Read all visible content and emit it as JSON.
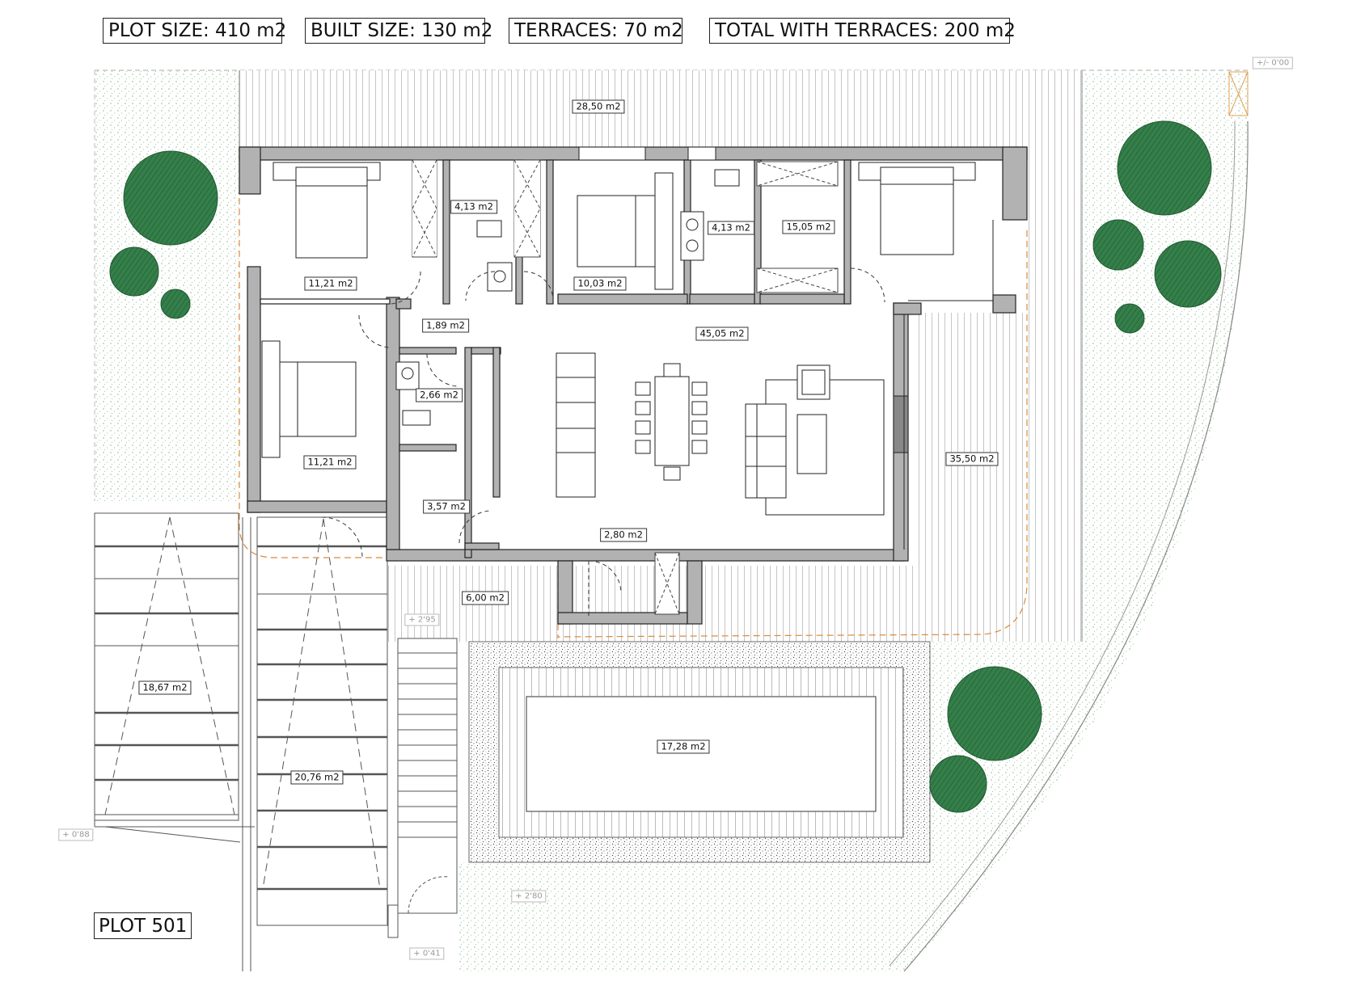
{
  "header": {
    "plot_size": "PLOT SIZE: 410 m2",
    "built_size": "BUILT SIZE: 130 m2",
    "terraces": "TERRACES: 70 m2",
    "total": "TOTAL WITH TERRACES: 200 m2"
  },
  "plot_label": "PLOT 501",
  "areas": {
    "north_terrace": "28,50 m2",
    "bedroom_nw": "11,21 m2",
    "bath_1": "4,13 m2",
    "bedroom_north": "10,03 m2",
    "bath_2": "4,13 m2",
    "dressing": "15,05 m2",
    "hall": "1,89 m2",
    "living": "45,05 m2",
    "bath_3": "2,66 m2",
    "bedroom_west": "11,21 m2",
    "east_terrace": "35,50 m2",
    "laundry": "3,57 m2",
    "entrance": "2,80 m2",
    "front_terrace": "6,00 m2",
    "garden_west": "18,67 m2",
    "garden_stairs": "20,76 m2",
    "pool": "17,28 m2"
  },
  "levels": {
    "top_right": "+/- 0'00",
    "entry": "+ 2'95",
    "west": "+ 0'88",
    "south": "+ 2'80",
    "bottom": "+ 0'41"
  },
  "colors": {
    "wall": "#b2b2b2",
    "tree": "#2f7a45",
    "tree_hatch": "#1e5a30",
    "grass_dot": "#8fbf8f",
    "deck_line": "#cfcfcf",
    "gravel": "#555555",
    "outline_orange": "#d98a3a"
  }
}
